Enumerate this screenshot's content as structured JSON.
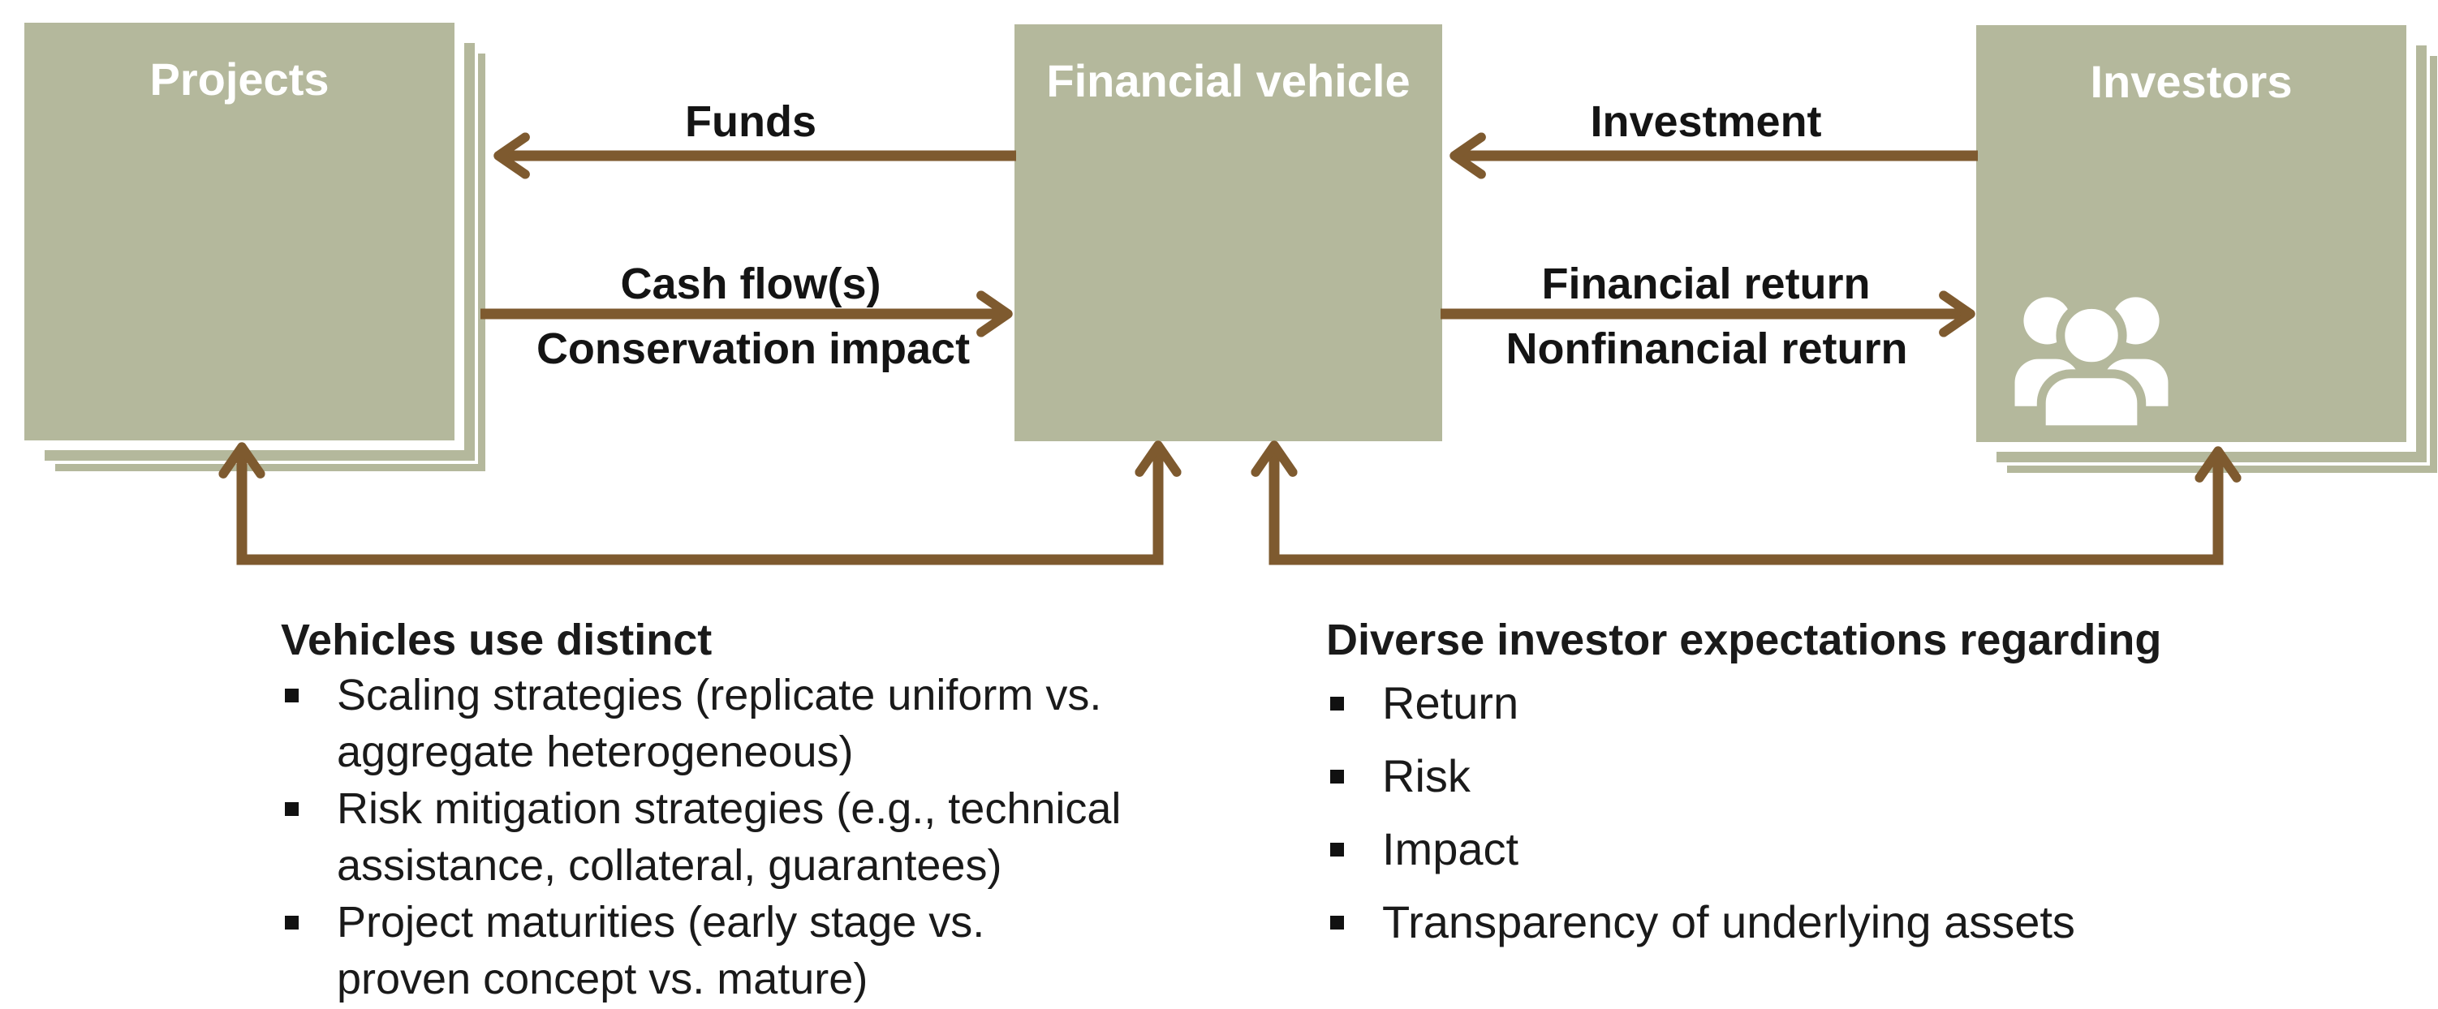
{
  "colors": {
    "box_green": "#b4b89c",
    "arrow_brown": "#7e5a2f",
    "text_black": "#1a1a1a",
    "title_white": "#ffffff",
    "background": "#ffffff"
  },
  "boxes": {
    "projects": {
      "title": "Projects"
    },
    "financial_vehicle": {
      "title": "Financial vehicle"
    },
    "investors": {
      "title": "Investors"
    }
  },
  "flows": {
    "funds": {
      "label": "Funds",
      "direction": "financial-vehicle-to-projects"
    },
    "cash_flow": {
      "above": "Cash flow(s)",
      "below": "Conservation impact",
      "direction": "projects-to-financial-vehicle"
    },
    "investment": {
      "label": "Investment",
      "direction": "investors-to-financial-vehicle"
    },
    "financial_return": {
      "above": "Financial return",
      "below": "Nonfinancial return",
      "direction": "financial-vehicle-to-investors"
    }
  },
  "notes": {
    "left": {
      "heading": "Vehicles use distinct",
      "bullets": [
        [
          "Scaling strategies (replicate uniform vs.",
          "aggregate heterogeneous)"
        ],
        [
          "Risk mitigation strategies (e.g., technical",
          "assistance, collateral, guarantees)"
        ],
        [
          "Project maturities (early stage vs.",
          "proven concept vs. mature)"
        ]
      ]
    },
    "right": {
      "heading": "Diverse investor expectations regarding",
      "bullets": [
        "Return",
        "Risk",
        "Impact",
        "Transparency of underlying assets"
      ]
    }
  }
}
